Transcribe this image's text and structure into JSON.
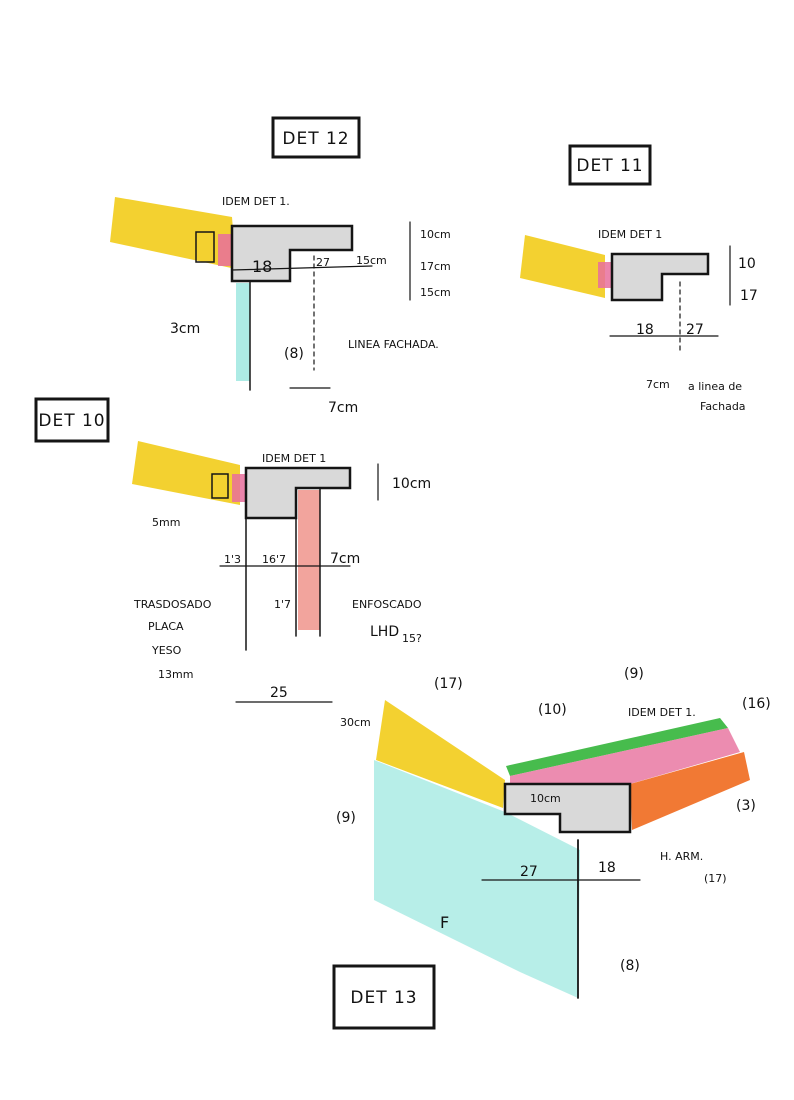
{
  "colors": {
    "ink": "#151515",
    "yellow": "#f2cc1a",
    "pink": "#e76f9c",
    "salmon": "#f0948c",
    "cyan": "#9fe8e0",
    "green": "#33b53a",
    "orange": "#ef6a1e",
    "concrete": "#d6d6d6"
  },
  "det12": {
    "title": "DET 12",
    "note_idem": "IDEM DET 1.",
    "dim_18": "18",
    "dim_27": "27",
    "dim_15a": "15cm",
    "dim_10": "10cm",
    "dim_17": "17cm",
    "dim_15b": "15cm",
    "dim_3": "3cm",
    "ref_8": "(8)",
    "linea_fachada": "LINEA FACHADA.",
    "dim_7": "7cm"
  },
  "det11": {
    "title": "DET 11",
    "note_idem": "IDEM DET 1",
    "dim_10": "10",
    "dim_17": "17",
    "dim_18": "18",
    "dim_27": "27",
    "dim_7": "7cm",
    "linea_fachada_1": "a linea de",
    "linea_fachada_2": "Fachada"
  },
  "det10": {
    "title": "DET 10",
    "note_idem": "IDEM DET 1",
    "dim_10": "10cm",
    "dim_5mm": "5mm",
    "dim_13": "1'3",
    "dim_167": "16'7",
    "dim_7": "7cm",
    "dim_17": "1'7",
    "enfoscado": "ENFOSCADO",
    "lhd": "LHD",
    "lhd_15": "15?",
    "trasdosado_1": "TRASDOSADO",
    "trasdosado_2": "PLACA",
    "trasdosado_3": "YESO",
    "trasdosado_4": "13mm",
    "dim_25": "25"
  },
  "det13": {
    "title": "DET 13",
    "ref_17": "(17)",
    "ref_9a": "(9)",
    "ref_10": "(10)",
    "ref_9b": "(9)",
    "note_idem": "IDEM DET 1.",
    "ref_16": "(16)",
    "ref_3": "(3)",
    "dim_30": "30cm",
    "dim_10": "10cm",
    "dim_27": "27",
    "dim_18": "18",
    "h_arm": "H. ARM.",
    "ref_17b": "(17)",
    "ref_8": "(8)",
    "f_label": "F"
  }
}
